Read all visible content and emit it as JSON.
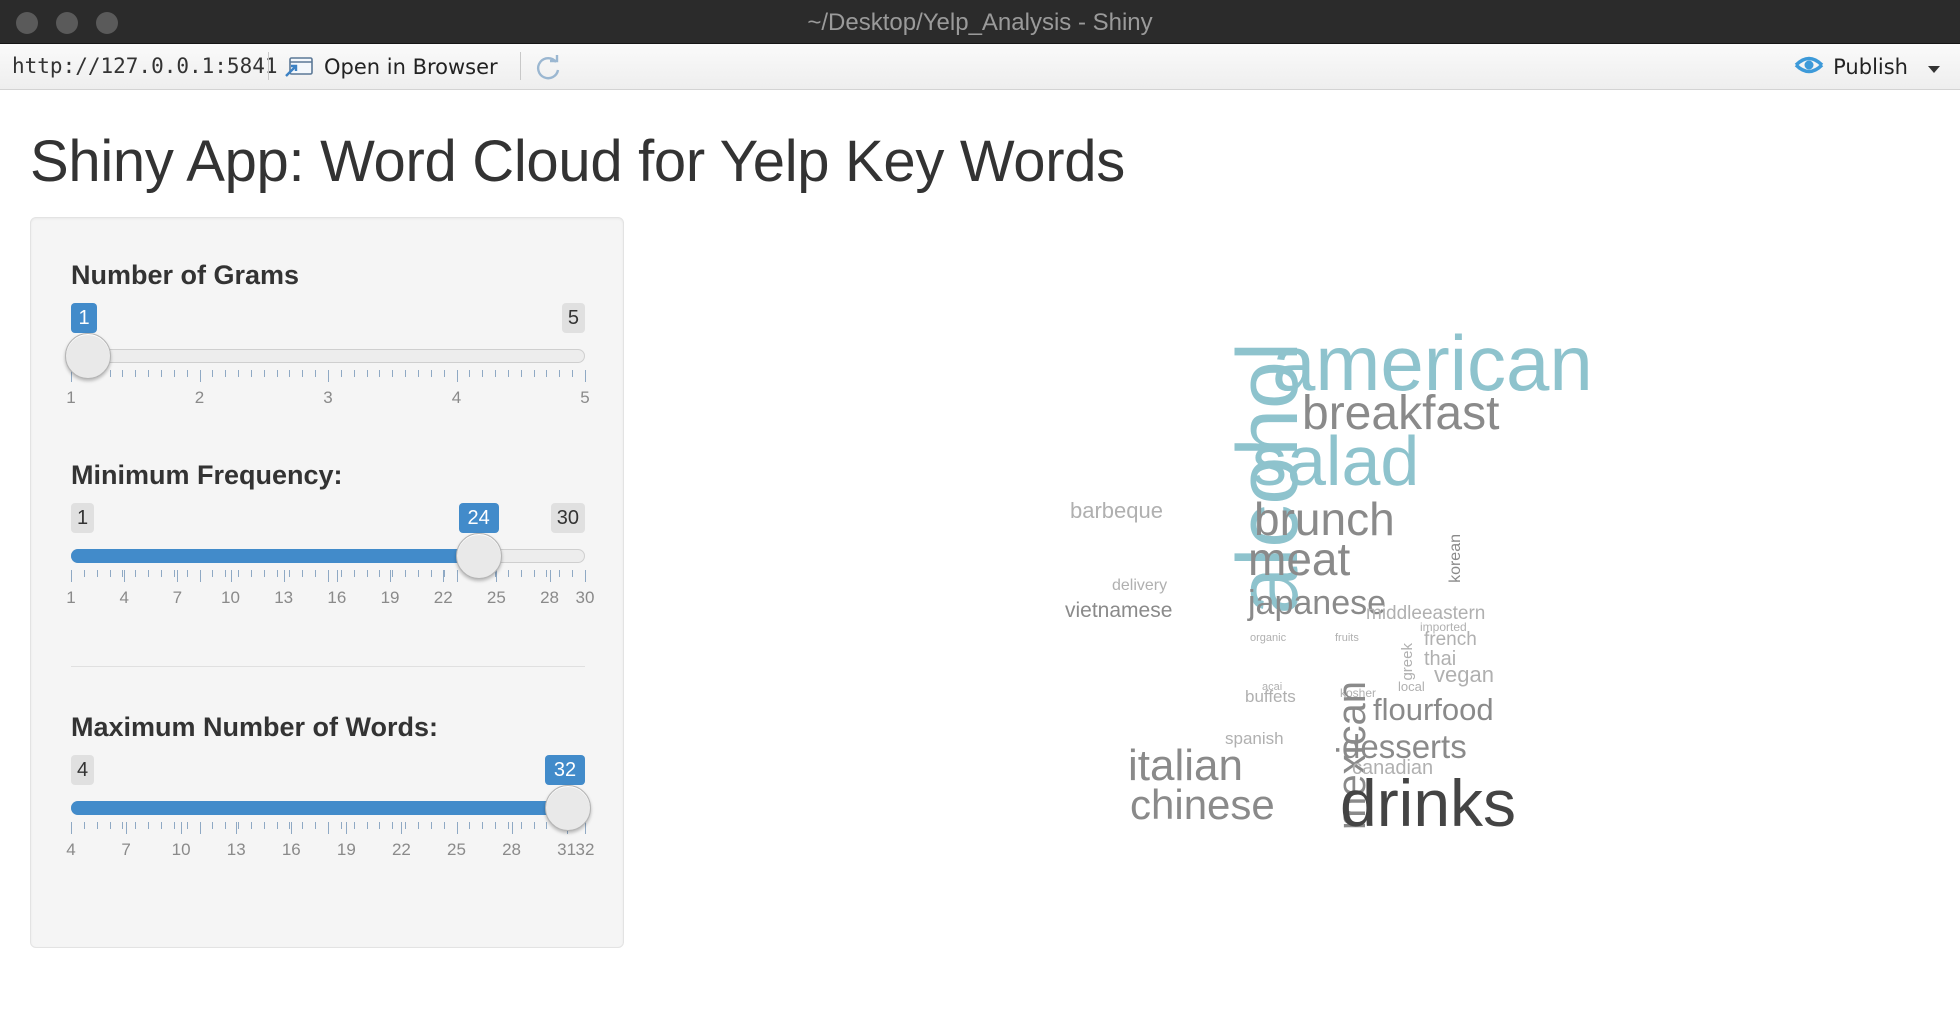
{
  "window": {
    "title": "~/Desktop/Yelp_Analysis - Shiny"
  },
  "toolbar": {
    "url": "http://127.0.0.1:5841",
    "open_in_browser": "Open in Browser",
    "publish": "Publish"
  },
  "page": {
    "title": "Shiny App: Word Cloud for Yelp Key Words"
  },
  "sliders": [
    {
      "label": "Number of Grams",
      "min": 1,
      "max": 5,
      "value": 1,
      "min_label": "1",
      "max_label": "5",
      "value_label": "1",
      "tick_labels": [
        "1",
        "2",
        "3",
        "4",
        "5"
      ]
    },
    {
      "label": "Minimum Frequency:",
      "min": 1,
      "max": 30,
      "value": 24,
      "min_label": "1",
      "max_label": "30",
      "value_label": "24",
      "tick_labels": [
        "1",
        "4",
        "7",
        "10",
        "13",
        "16",
        "19",
        "22",
        "25",
        "28",
        "30"
      ]
    },
    {
      "label": "Maximum Number of Words:",
      "min": 4,
      "max": 32,
      "value": 32,
      "min_label": "4",
      "max_label": "32",
      "value_label": "32",
      "tick_labels": [
        "4",
        "7",
        "10",
        "13",
        "16",
        "19",
        "22",
        "25",
        "28",
        "31",
        "32"
      ]
    }
  ],
  "colors": {
    "accent": "#428bca",
    "cloud_teal": "#8ec3cd",
    "cloud_gray": "#8a8a8a",
    "cloud_light": "#b0b0b0",
    "cloud_dark": "#444444"
  },
  "wordcloud": {
    "words": [
      "american",
      "breakfast",
      "salad",
      "alcohol",
      "brunch",
      "meat",
      "japanese",
      "barbeque",
      "delivery",
      "vietnamese",
      "korean",
      "middleeastern",
      "imported",
      "organic",
      "fruits",
      "french",
      "greek",
      "thai",
      "vegan",
      "acai",
      "buffets",
      "kosher",
      "local",
      "flourfood",
      "mexican",
      "spanish",
      "desserts",
      "canadian",
      "italian",
      "chinese",
      "drinks"
    ]
  }
}
